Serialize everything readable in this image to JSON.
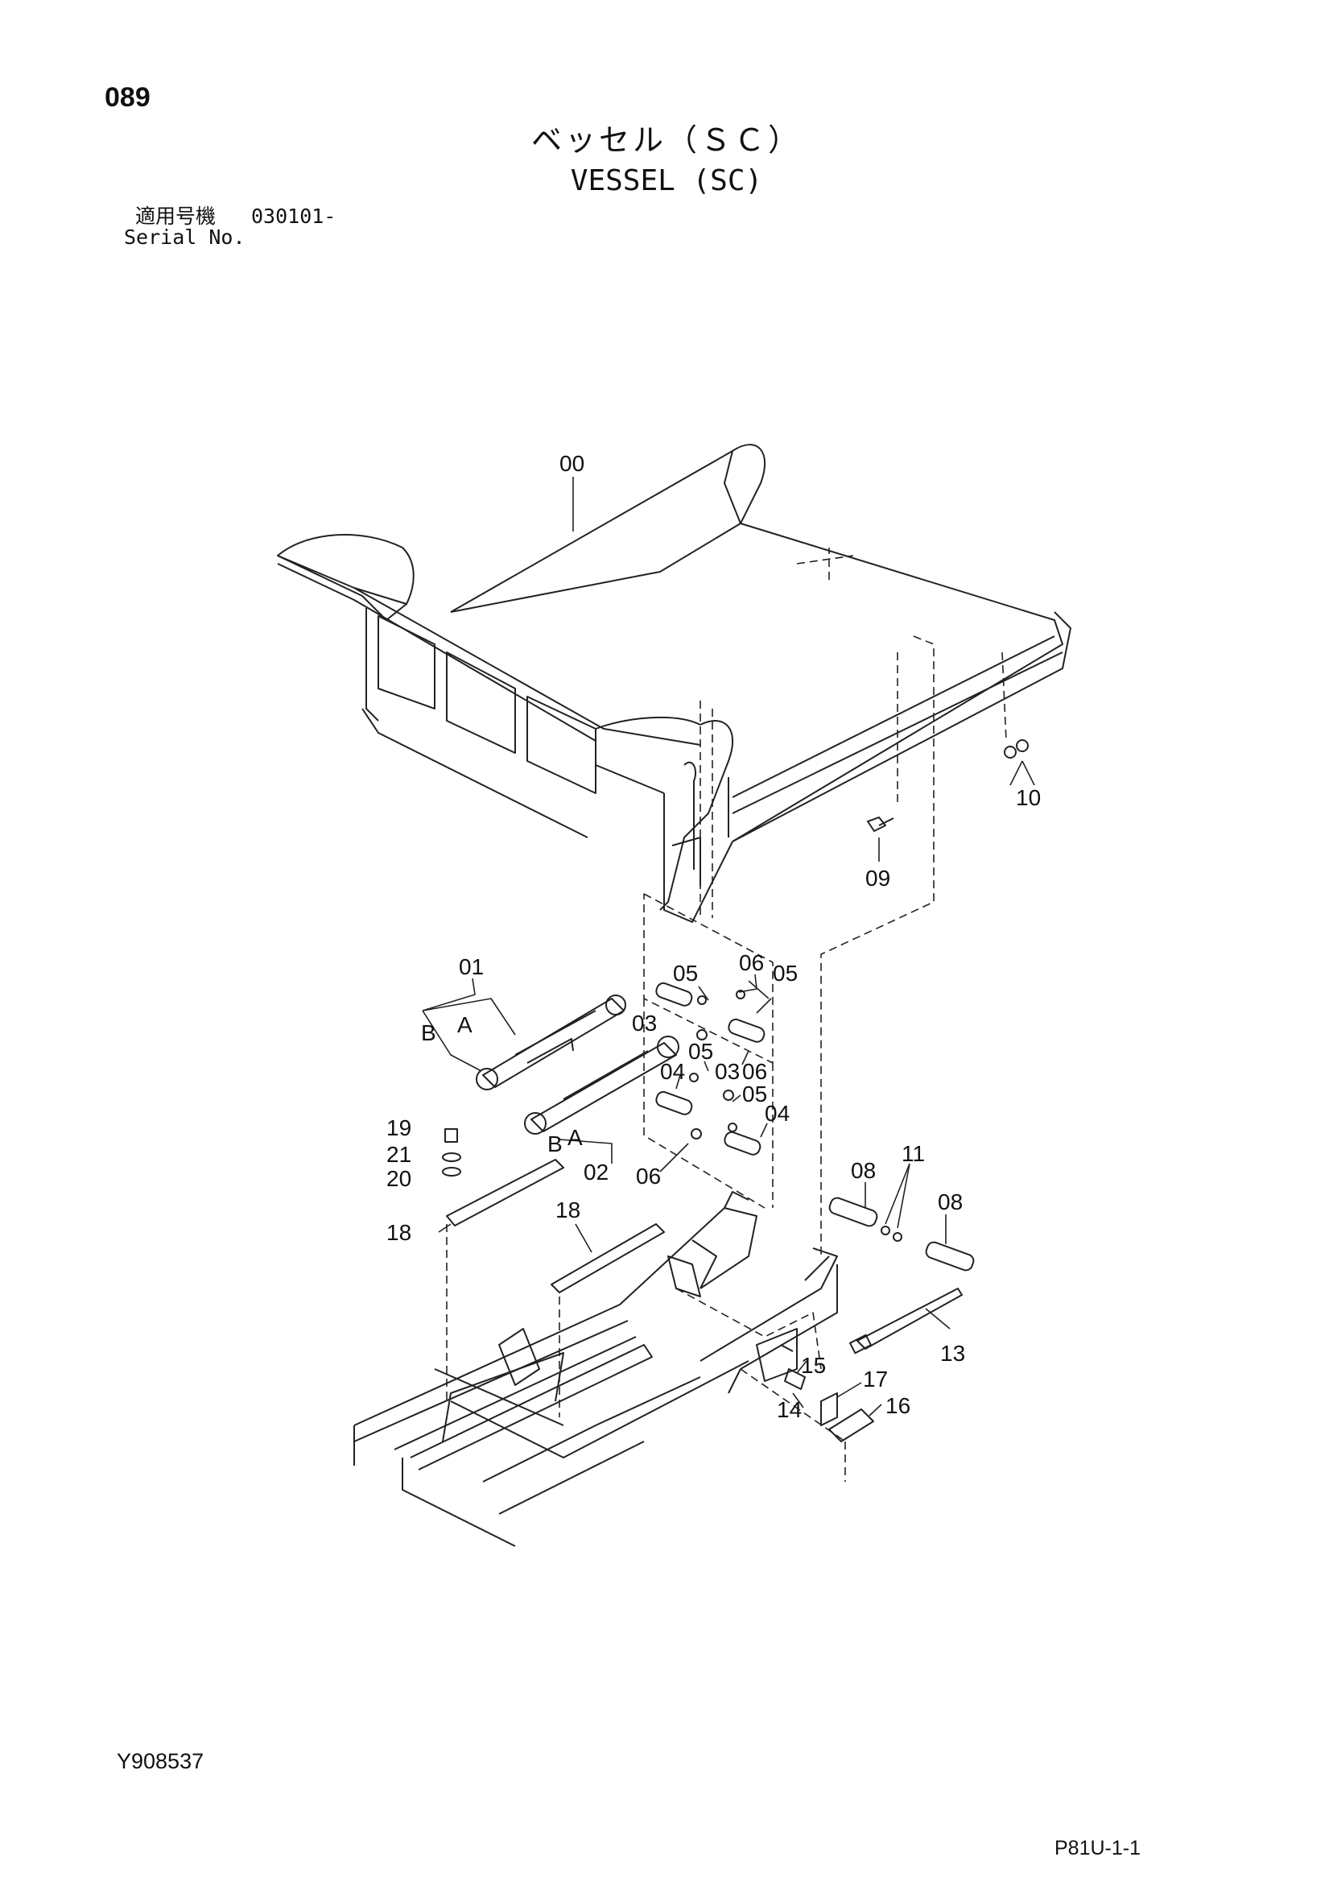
{
  "header": {
    "page_number": "089",
    "title_jp": "ベッセル（ＳＣ）",
    "title_en": "VESSEL (SC)",
    "serial_label_jp": "適用号機",
    "serial_value": "030101-",
    "serial_label_en": "Serial No."
  },
  "footer": {
    "doc_code": "Y908537",
    "sheet_code": "P81U-1-1"
  },
  "callouts": {
    "c00": "00",
    "c01": "01",
    "c02": "02",
    "c03a": "03",
    "c03b": "03",
    "c04a": "04",
    "c04b": "04",
    "c05a": "05",
    "c05b": "05",
    "c05c": "05",
    "c05d": "05",
    "c06a": "06",
    "c06b": "06",
    "c06c": "06",
    "c08a": "08",
    "c08b": "08",
    "c09": "09",
    "c10": "10",
    "c11": "11",
    "c13": "13",
    "c14": "14",
    "c15": "15",
    "c16": "16",
    "c17": "17",
    "c18a": "18",
    "c18b": "18",
    "c19": "19",
    "c20": "20",
    "c21": "21",
    "cA1": "A",
    "cB1": "B",
    "cA2": "A",
    "cB2": "B"
  }
}
